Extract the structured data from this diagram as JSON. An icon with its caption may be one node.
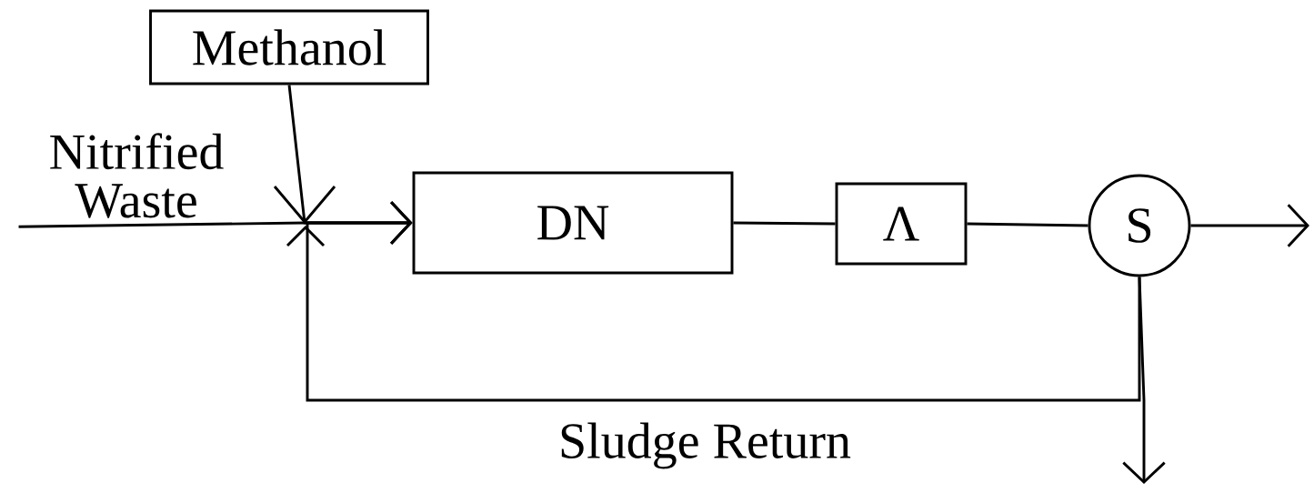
{
  "diagram": {
    "nodes": [
      {
        "text": [
          "Methanol"
        ]
      },
      {
        "text": [
          "Nitrified Waste"
        ]
      },
      {
        "text": [
          "DN"
        ]
      },
      {
        "text": [
          "Λ"
        ]
      },
      {
        "text": [
          "S"
        ]
      }
    ],
    "edges": [
      {
        "from": 0,
        "to": 2,
        "arrow": "to"
      },
      {
        "from": 1,
        "to": 2,
        "arrow": "to"
      },
      {
        "from": 2,
        "to": 3,
        "arrow": "none"
      },
      {
        "from": 3,
        "to": 4,
        "arrow": "none"
      },
      {
        "from": 4,
        "to": null,
        "arrow": "to"
      },
      {
        "from": 4,
        "to": 2,
        "arrow": "to",
        "label": "Sludge Return"
      },
      {
        "from": 4,
        "to": null,
        "arrow": "to"
      }
    ]
  }
}
